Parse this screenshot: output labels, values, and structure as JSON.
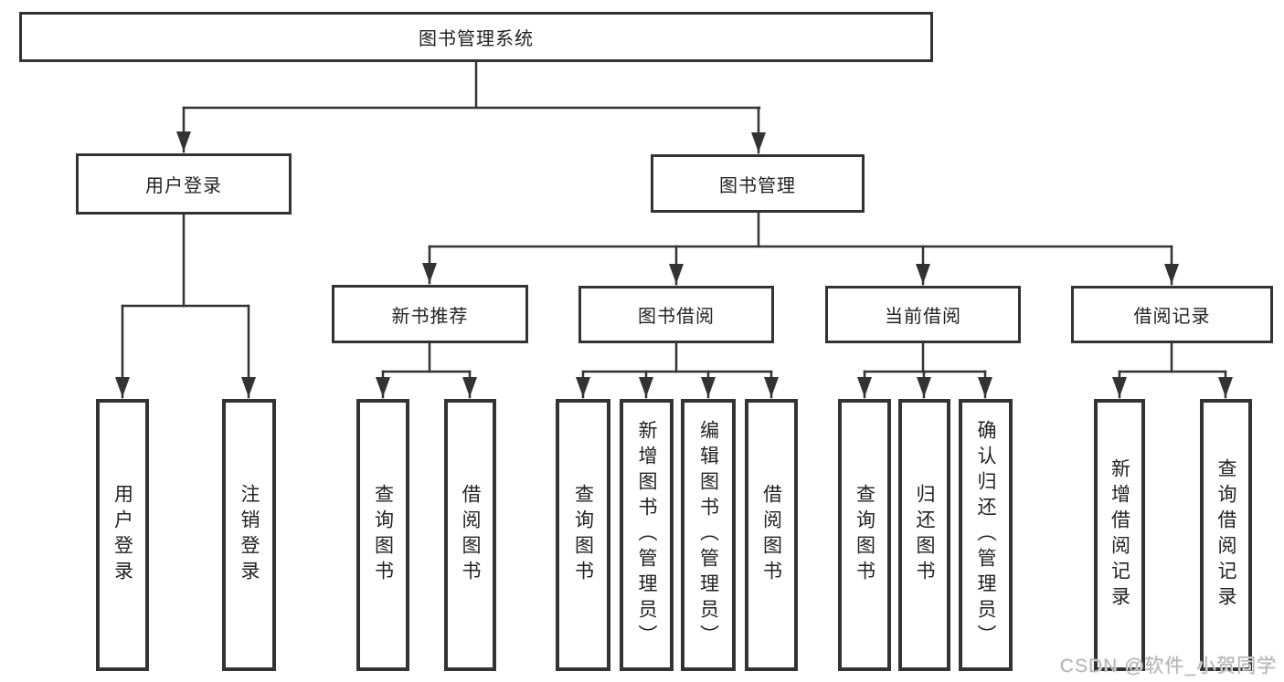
{
  "colors": {
    "border": "#333333",
    "line": "#333333",
    "text": "#222222",
    "watermark": "#b5b5b5",
    "background": "#ffffff"
  },
  "watermark": "CSDN @软件_小贺同学",
  "tree": {
    "root": {
      "label": "图书管理系统",
      "children": [
        {
          "label": "用户登录",
          "children": [
            {
              "label": "用户登录"
            },
            {
              "label": "注销登录"
            }
          ]
        },
        {
          "label": "图书管理",
          "children": [
            {
              "label": "新书推荐",
              "children": [
                {
                  "label": "查询图书"
                },
                {
                  "label": "借阅图书"
                }
              ]
            },
            {
              "label": "图书借阅",
              "children": [
                {
                  "label": "查询图书"
                },
                {
                  "label": "新增图书（管理员）"
                },
                {
                  "label": "编辑图书（管理员）"
                },
                {
                  "label": "借阅图书"
                }
              ]
            },
            {
              "label": "当前借阅",
              "children": [
                {
                  "label": "查询图书"
                },
                {
                  "label": "归还图书"
                },
                {
                  "label": "确认归还（管理员）"
                }
              ]
            },
            {
              "label": "借阅记录",
              "children": [
                {
                  "label": "新增借阅记录"
                },
                {
                  "label": "查询借阅记录"
                }
              ]
            }
          ]
        }
      ]
    }
  }
}
